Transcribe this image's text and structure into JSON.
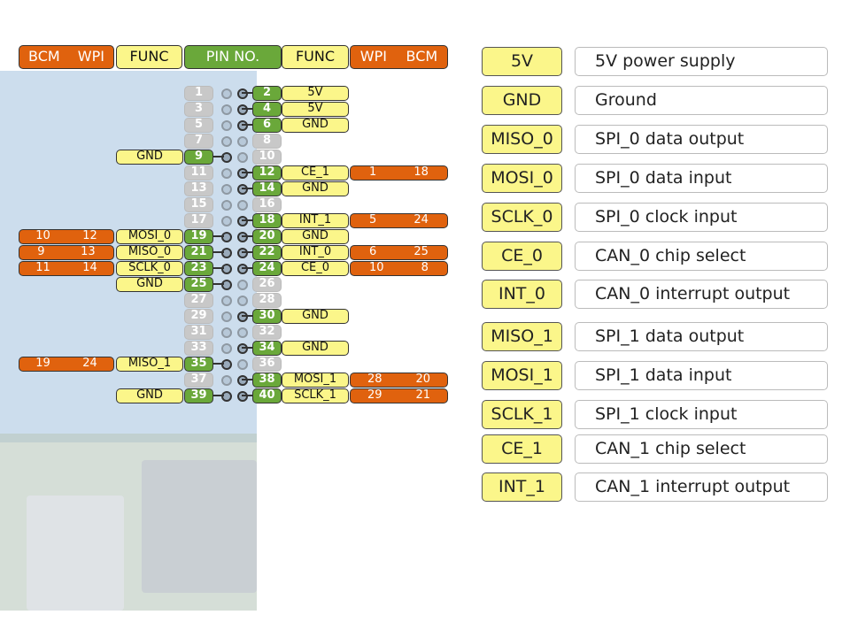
{
  "header": {
    "left_nums": [
      "BCM",
      "WPI"
    ],
    "left_func": "FUNC",
    "pin_no": "PIN NO.",
    "right_func": "FUNC",
    "right_nums": [
      "WPI",
      "BCM"
    ]
  },
  "rows": [
    {
      "l": {
        "pin": "1"
      },
      "r": {
        "pin": "2",
        "func": "5V"
      }
    },
    {
      "l": {
        "pin": "3"
      },
      "r": {
        "pin": "4",
        "func": "5V"
      }
    },
    {
      "l": {
        "pin": "5"
      },
      "r": {
        "pin": "6",
        "func": "GND"
      }
    },
    {
      "l": {
        "pin": "7"
      },
      "r": {
        "pin": "8"
      }
    },
    {
      "l": {
        "pin": "9",
        "func": "GND"
      },
      "r": {
        "pin": "10"
      }
    },
    {
      "l": {
        "pin": "11"
      },
      "r": {
        "pin": "12",
        "func": "CE_1",
        "wpi": "1",
        "bcm": "18"
      }
    },
    {
      "l": {
        "pin": "13"
      },
      "r": {
        "pin": "14",
        "func": "GND"
      }
    },
    {
      "l": {
        "pin": "15"
      },
      "r": {
        "pin": "16"
      }
    },
    {
      "l": {
        "pin": "17"
      },
      "r": {
        "pin": "18",
        "func": "INT_1",
        "wpi": "5",
        "bcm": "24"
      }
    },
    {
      "l": {
        "pin": "19",
        "func": "MOSI_0",
        "bcm": "10",
        "wpi": "12"
      },
      "r": {
        "pin": "20",
        "func": "GND"
      }
    },
    {
      "l": {
        "pin": "21",
        "func": "MISO_0",
        "bcm": "9",
        "wpi": "13"
      },
      "r": {
        "pin": "22",
        "func": "INT_0",
        "wpi": "6",
        "bcm": "25"
      }
    },
    {
      "l": {
        "pin": "23",
        "func": "SCLK_0",
        "bcm": "11",
        "wpi": "14"
      },
      "r": {
        "pin": "24",
        "func": "CE_0",
        "wpi": "10",
        "bcm": "8"
      }
    },
    {
      "l": {
        "pin": "25",
        "func": "GND"
      },
      "r": {
        "pin": "26"
      }
    },
    {
      "l": {
        "pin": "27"
      },
      "r": {
        "pin": "28"
      }
    },
    {
      "l": {
        "pin": "29"
      },
      "r": {
        "pin": "30",
        "func": "GND"
      }
    },
    {
      "l": {
        "pin": "31"
      },
      "r": {
        "pin": "32"
      }
    },
    {
      "l": {
        "pin": "33"
      },
      "r": {
        "pin": "34",
        "func": "GND"
      }
    },
    {
      "l": {
        "pin": "35",
        "func": "MISO_1",
        "bcm": "19",
        "wpi": "24"
      },
      "r": {
        "pin": "36"
      }
    },
    {
      "l": {
        "pin": "37"
      },
      "r": {
        "pin": "38",
        "func": "MOSI_1",
        "wpi": "28",
        "bcm": "20"
      }
    },
    {
      "l": {
        "pin": "39",
        "func": "GND"
      },
      "r": {
        "pin": "40",
        "func": "SCLK_1",
        "wpi": "29",
        "bcm": "21"
      }
    }
  ],
  "legend": [
    {
      "label": "5V",
      "desc": "5V power supply"
    },
    {
      "label": "GND",
      "desc": "Ground"
    },
    {
      "label": "MISO_0",
      "desc": "SPI_0 data output"
    },
    {
      "label": "MOSI_0",
      "desc": "SPI_0 data input"
    },
    {
      "label": "SCLK_0",
      "desc": "SPI_0 clock input"
    },
    {
      "label": "CE_0",
      "desc": "CAN_0 chip select"
    },
    {
      "label": "INT_0",
      "desc": "CAN_0 interrupt output"
    },
    {
      "label": "MISO_1",
      "desc": "SPI_1 data output"
    },
    {
      "label": "MOSI_1",
      "desc": "SPI_1 data input"
    },
    {
      "label": "SCLK_1",
      "desc": "SPI_1 clock input"
    },
    {
      "label": "CE_1",
      "desc": "CAN_1 chip select"
    },
    {
      "label": "INT_1",
      "desc": "CAN_1 interrupt output"
    }
  ],
  "colors": {
    "pin_active": "#6aa83a",
    "pin_inactive": "#c8c8c8",
    "func": "#fbf68a",
    "gpio_num": "#e0620e"
  }
}
